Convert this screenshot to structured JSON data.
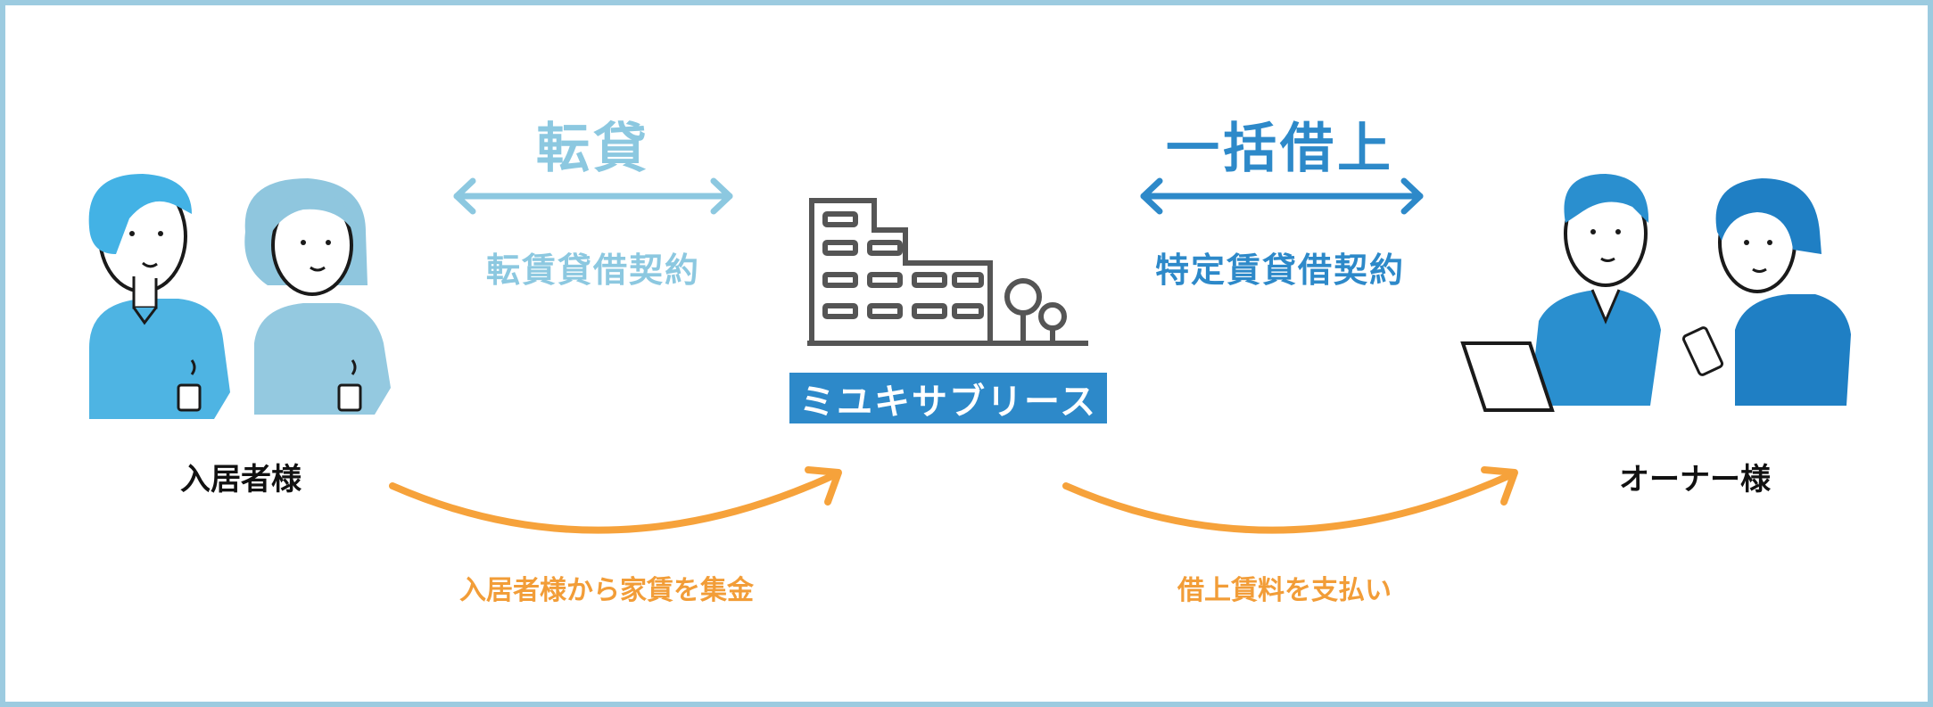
{
  "left_relation": {
    "title": "転貸",
    "contract": "転賃貸借契約",
    "color": "#8cc8e0"
  },
  "right_relation": {
    "title": "一括借上",
    "contract": "特定賃貸借契約",
    "color": "#2d89c9"
  },
  "company": {
    "name": "ミユキサブリース",
    "icon": "building-icon"
  },
  "tenants": {
    "label": "入居者様",
    "icon": "tenants-illustration"
  },
  "owners": {
    "label": "オーナー様",
    "icon": "owners-illustration"
  },
  "flows": {
    "left": "入居者様から家賃を集金",
    "right": "借上賃料を支払い",
    "color": "#f6a23b"
  },
  "colors": {
    "frame": "#9ccbe0",
    "building": "#555555"
  }
}
